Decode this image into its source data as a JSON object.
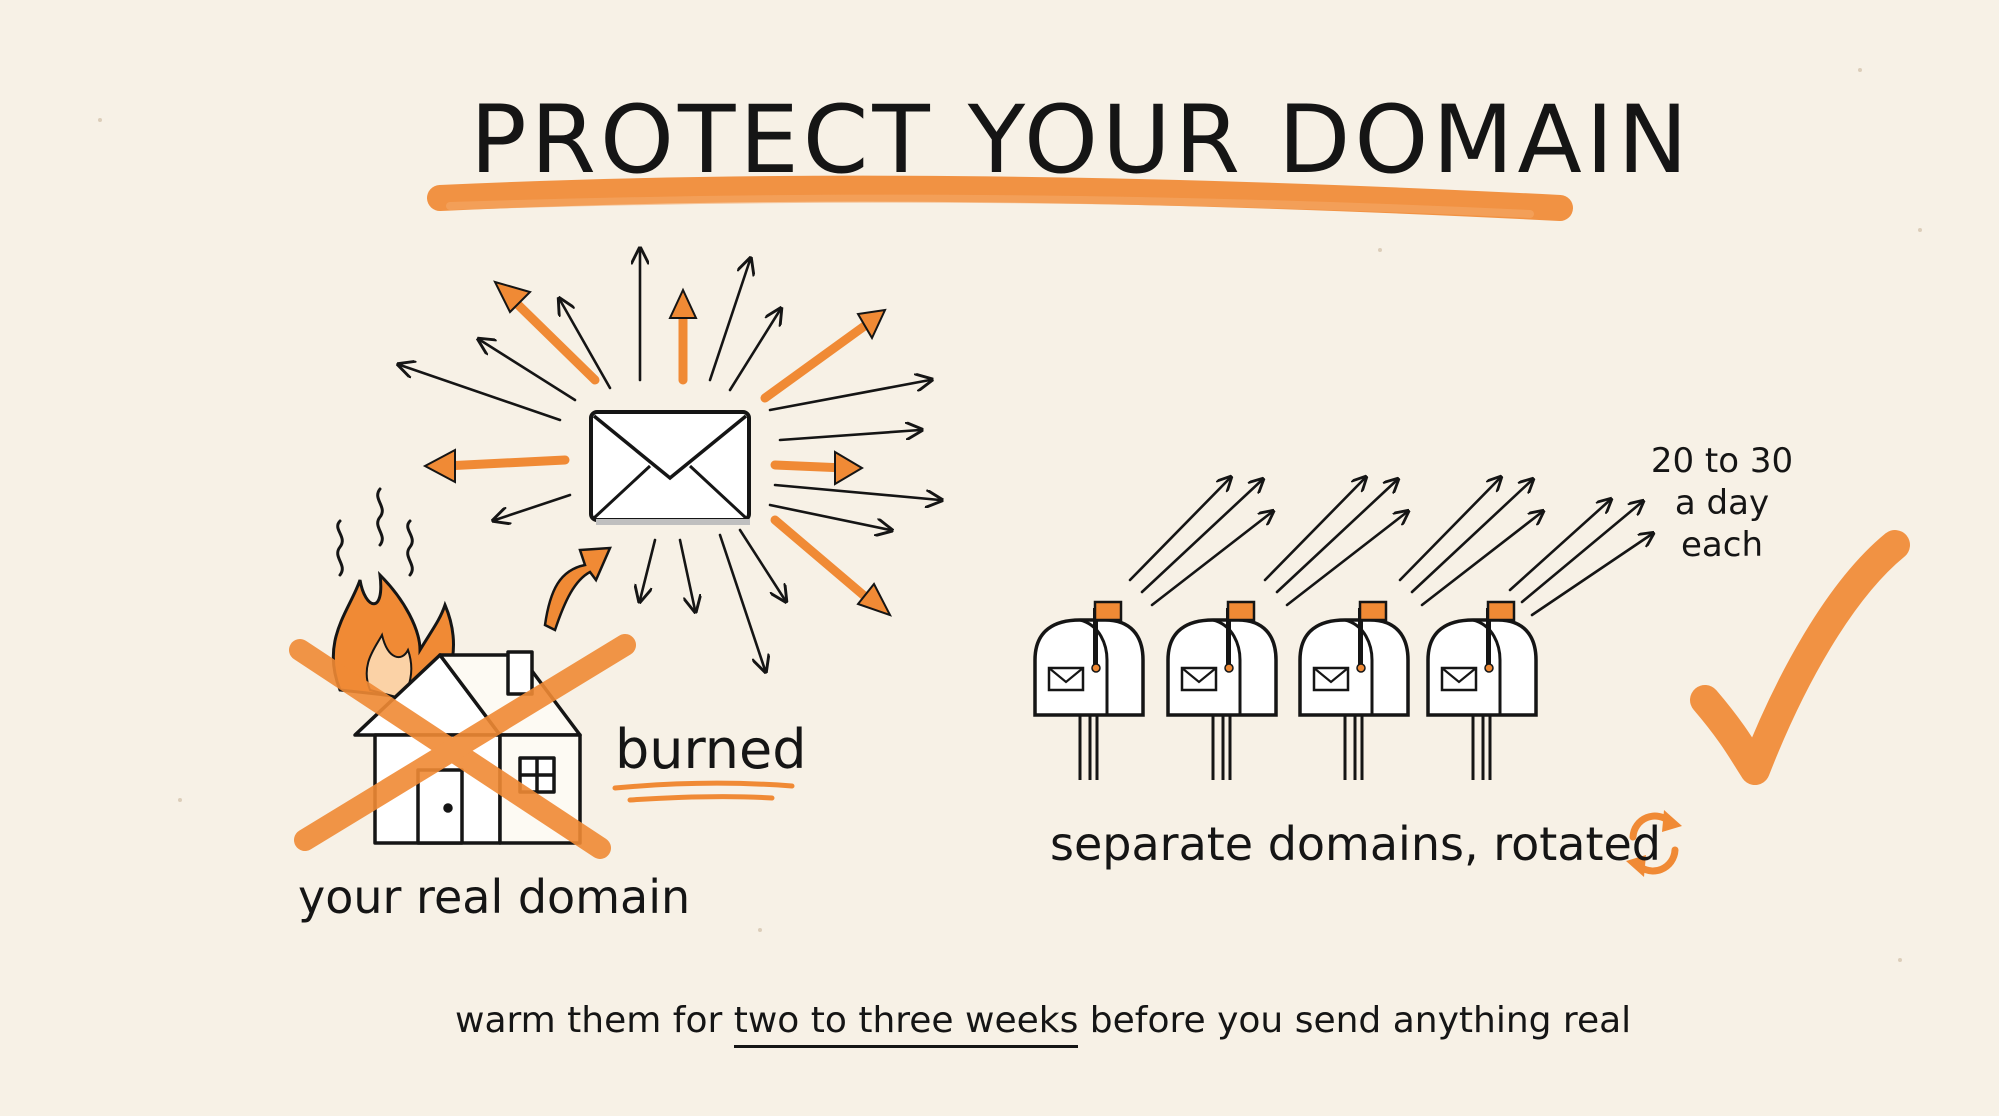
{
  "title": "PROTECT YOUR DOMAIN",
  "left": {
    "status_label": "burned",
    "caption": "your real domain"
  },
  "right": {
    "rate_line1": "20 to 30",
    "rate_line2": "a day",
    "rate_line3": "each",
    "caption": "separate domains, rotated"
  },
  "footer": {
    "before": "warm them for ",
    "highlight": "two to three weeks",
    "after": " before you send anything real"
  },
  "colors": {
    "accent": "#f08a35",
    "ink": "#151515",
    "paper": "#f7f1e6"
  },
  "icons": [
    "envelope-icon",
    "house-icon",
    "fire-icon",
    "cross-mark-icon",
    "mailbox-icon",
    "check-mark-icon",
    "rotate-icon"
  ]
}
